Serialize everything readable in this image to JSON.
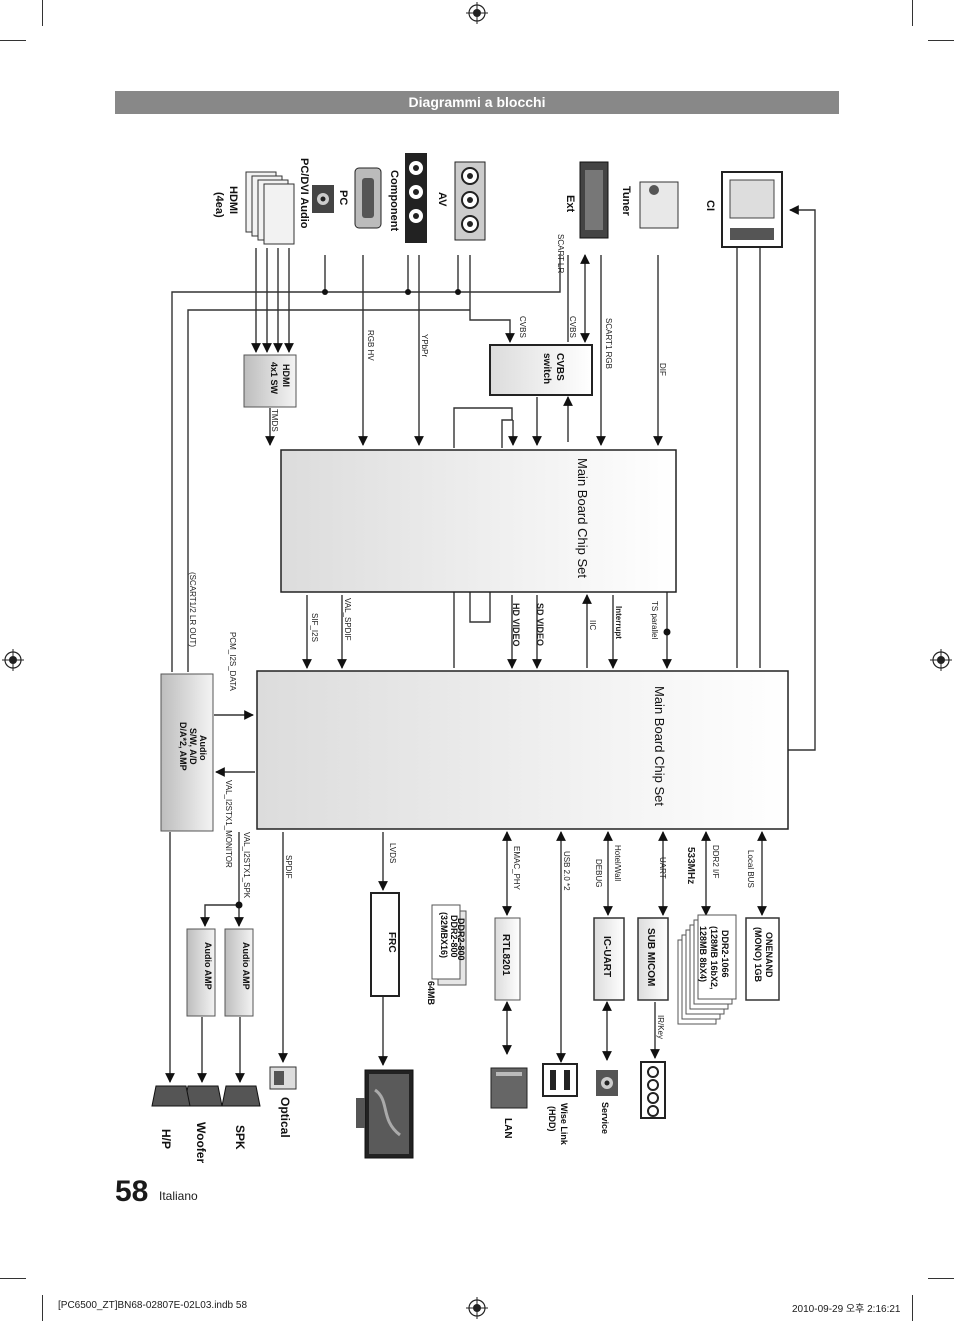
{
  "header": {
    "title": "Diagrammi a blocchi"
  },
  "inputs": {
    "ci": "CI",
    "tuner": "Tuner",
    "ext": "Ext",
    "av": "AV",
    "component": "Component",
    "pc": "PC",
    "pc_dvi_audio": "PC/DVI Audio",
    "hdmi": "HDMI",
    "hdmi_count": "(4ea)"
  },
  "blocks": {
    "cvbs_switch": [
      "CVBS",
      "switch"
    ],
    "hdmi_sw": [
      "HDMI",
      "4x1 SW"
    ],
    "main_chip_1": "Main Board Chip Set",
    "main_chip_2": "Main Board Chip Set",
    "audio_amp_block": [
      "Audio",
      "S/W, A/D",
      "D/A*2, AMP"
    ],
    "audio_amp_a": "Audio AMP",
    "audio_amp_b": "Audio AMP",
    "frc": "FRC",
    "ddr2_800": [
      "DDR2-800",
      "(32MBX16)"
    ],
    "ddr2_800_back": "DDR2-800",
    "mem_64": "64MB",
    "rtl": "RTL8201",
    "ic_uart": "IC-UART",
    "sub_micom": "SUB MICOM",
    "ddr2_1066": [
      "DDR2-1066",
      "(128MB 16bX2,",
      "128MB 8bX4)"
    ],
    "onenand": [
      "ONENAND",
      "(MONO) 1GB"
    ]
  },
  "signals": {
    "scart_lr": "SCART LR",
    "dif": "DIF",
    "scart1_rgb": "SCART1 RGB",
    "cvbs_a": "CVBS",
    "cvbs_b": "CVBS",
    "ypbpr": "YPbPr",
    "rgb_hv": "RGB HV",
    "tmds": "TMDS",
    "ts_parallel": "TS parallel",
    "interrupt": "Interrupt",
    "iic": "IIC",
    "sd_video": "SD VIDEO",
    "hd_video": "HD VIDEO",
    "val_spdif": "VAL_SPDIF",
    "sif_i2s": "SIF_I2S",
    "pcm_i2s": "PCM_I2S_DATA",
    "scart_out": "(SCART1/2 LR OUT)",
    "local_bus": "Local BUS",
    "ddr2_if": "DDR2 I/F",
    "mhz": "533MHz",
    "uart": "UART",
    "hotel": "Hotel/Wall",
    "debug": "DEBUG",
    "usb": "USB 2.0 *2",
    "emac": "EMAC_PHY",
    "lvds": "LVDS",
    "spdif": "SPDIF",
    "val_spk": "VAL_I2STX1_SPK",
    "val_mon": "VAL_I2STX1_MONITOR",
    "ir_key": "IR/Key"
  },
  "outputs": {
    "service": "Service",
    "wise_link": [
      "Wise Link",
      "(HDD)"
    ],
    "lan": "LAN",
    "optical": "Optical",
    "spk": "SPK",
    "woofer": "Woofer",
    "hp": "H/P"
  },
  "footer": {
    "page_number": "58",
    "language": "Italiano",
    "file_info": "[PC6500_ZT]BN68-02807E-02L03.indb   58",
    "date_info": "2010-09-29   오후 2:16:21"
  }
}
